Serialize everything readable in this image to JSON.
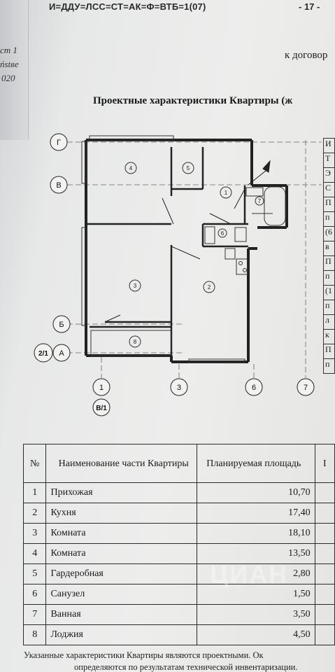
{
  "header": {
    "code": "И=ДДУ=ЛСС=СТ=АК=Ф=ВТБ=1(07)",
    "page": "- 17 -"
  },
  "back_page": {
    "line1": "ст 1",
    "line2": "ństве",
    "line3": "020"
  },
  "contract_ref": "к договор",
  "title": "Проектные характеристики Квартиры (ж",
  "plan": {
    "axes_top": [
      "Г",
      "В",
      "Б",
      "А"
    ],
    "axes_bottom": [
      "1",
      "3",
      "6",
      "7"
    ],
    "section_mark": "2/1",
    "axis_ref": "В/1",
    "rooms": [
      "1",
      "2",
      "3",
      "4",
      "5",
      "6",
      "7",
      "8"
    ]
  },
  "right_table": {
    "cells": [
      "И",
      "Т",
      "Э",
      "С",
      "П",
      "п",
      "(6",
      "в",
      "П",
      "п",
      "(1",
      "п",
      "л",
      "к",
      "П",
      "п"
    ]
  },
  "rooms_table": {
    "headers": {
      "num": "№",
      "name": "Наименование части Квартиры",
      "area": "Планируемая площадь",
      "extra": "I"
    },
    "rows": [
      {
        "num": "1",
        "name": "Прихожая",
        "area": "10,70"
      },
      {
        "num": "2",
        "name": "Кухня",
        "area": "17,40"
      },
      {
        "num": "3",
        "name": "Комната",
        "area": "18,10"
      },
      {
        "num": "4",
        "name": "Комната",
        "area": "13,50"
      },
      {
        "num": "5",
        "name": "Гардеробная",
        "area": "2,80"
      },
      {
        "num": "6",
        "name": "Санузел",
        "area": "1,50"
      },
      {
        "num": "7",
        "name": "Ванная",
        "area": "3,50"
      },
      {
        "num": "8",
        "name": "Лоджия",
        "area": "4,50"
      }
    ]
  },
  "footnote": {
    "line1": "Указанные характеристики Квартиры являются проектными. Ок",
    "line2": "определяются по результатам технической инвентаризации."
  },
  "watermark": "ЦИАН",
  "colors": {
    "paper": "#ececeb",
    "ink": "#1a1a1a"
  }
}
